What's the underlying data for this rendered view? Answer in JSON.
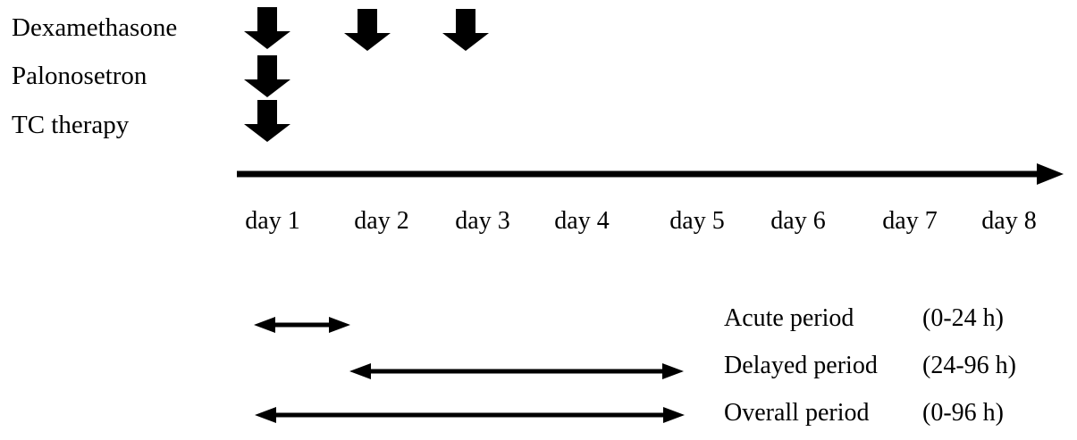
{
  "drugs": [
    {
      "name": "Dexamethasone",
      "dose_days": [
        "day 1",
        "day 2",
        "day 3"
      ]
    },
    {
      "name": "Palonosetron",
      "dose_days": [
        "day 1"
      ]
    },
    {
      "name": "TC therapy",
      "dose_days": [
        "day 1"
      ]
    }
  ],
  "timeline": {
    "days": [
      "day 1",
      "day 2",
      "day 3",
      "day 4",
      "day 5",
      "day 6",
      "day 7",
      "day 8"
    ]
  },
  "periods": [
    {
      "label": "Acute period",
      "range": "(0-24 h)",
      "span": "day 1 to day 2"
    },
    {
      "label": "Delayed period",
      "range": "(24-96 h)",
      "span": "day 2 to day 5"
    },
    {
      "label": "Overall period",
      "range": "(0-96 h)",
      "span": "day 1 to day 5"
    }
  ],
  "colors": {
    "ink": "#000000",
    "background": "#ffffff"
  }
}
